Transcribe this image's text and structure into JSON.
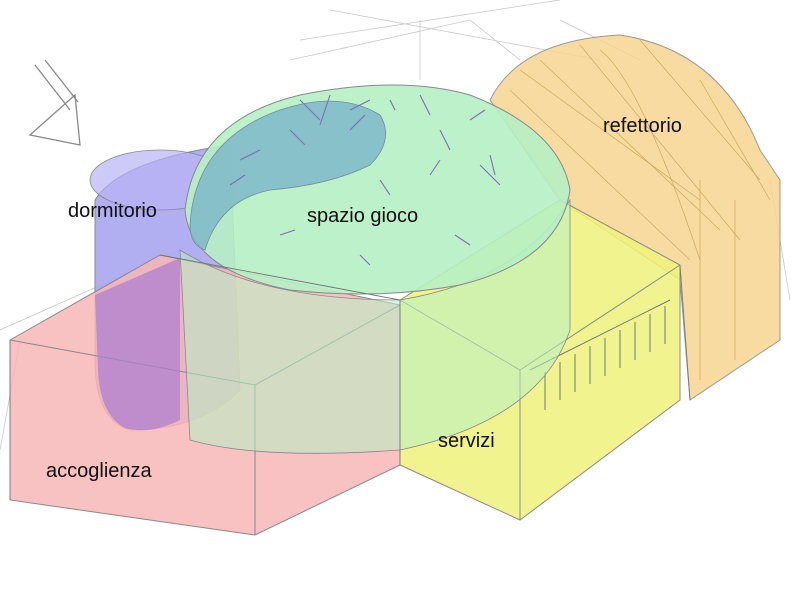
{
  "zones": {
    "dormitorio": {
      "label": "dormitorio",
      "color": "#a9a6f0"
    },
    "spazio_gioco": {
      "label": "spazio gioco",
      "color": "#b6f0c4"
    },
    "refettorio": {
      "label": "refettorio",
      "color": "#f7d58f"
    },
    "servizi": {
      "label": "servizi",
      "color": "#eef27a"
    },
    "accoglienza": {
      "label": "accoglienza",
      "color": "#f7b7b7"
    }
  },
  "icons": {
    "arrow": "entrance-arrow-icon"
  }
}
